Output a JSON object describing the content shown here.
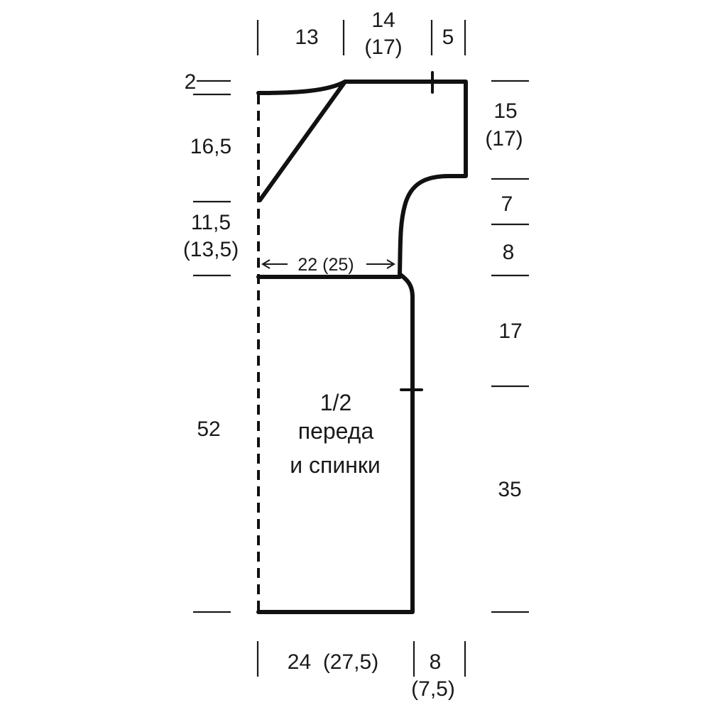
{
  "top_dimensions": {
    "neck_edge": "13",
    "shoulder": "14",
    "shoulder_alt": "(17)",
    "sleeve_top": "5"
  },
  "left_dimensions": {
    "shoulder_drop": "2",
    "neck_depth": "16,5",
    "below_neck": "11,5",
    "below_neck_alt": "(13,5)",
    "body_length": "52"
  },
  "right_dimensions": {
    "sleeve_height": "15",
    "sleeve_height_alt": "(17)",
    "armhole_upper": "7",
    "armhole_lower": "8",
    "side_upper": "17",
    "side_lower": "35"
  },
  "chest_width": "22 (25)",
  "bottom_dimensions": {
    "hem_width": "24  (27,5)",
    "side_offset": "8",
    "side_offset_alt": "(7,5)"
  },
  "piece_label": {
    "line1": "1/2",
    "line2": "переда",
    "line3": "и спинки"
  }
}
